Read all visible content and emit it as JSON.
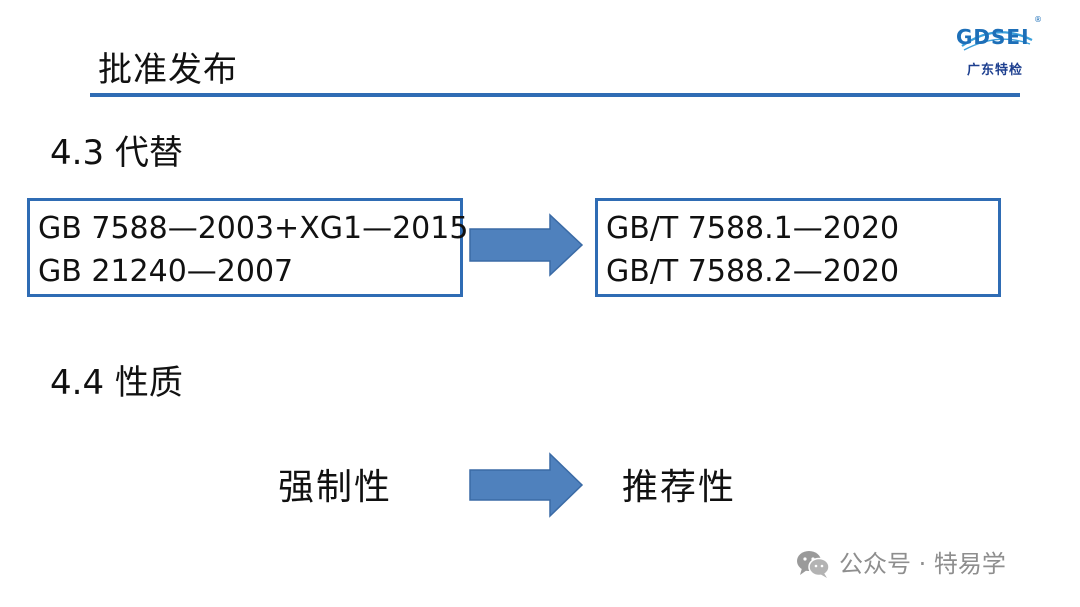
{
  "header": {
    "title": "批准发布",
    "logo_brand": "GDSEI",
    "logo_caption": "广东特检",
    "logo_registered": "®"
  },
  "sections": [
    {
      "heading": "4.3 代替",
      "from_lines": [
        "GB 7588—2003+XG1—2015",
        "GB 21240—2007"
      ],
      "to_lines": [
        "GB/T 7588.1—2020",
        "GB/T 7588.2—2020"
      ]
    },
    {
      "heading": "4.4 性质",
      "from": "强制性",
      "to": "推荐性"
    }
  ],
  "watermark": {
    "text": "公众号 · 特易学"
  },
  "colors": {
    "accent": "#2f6cb4",
    "arrow_fill": "#4f81bd",
    "arrow_stroke": "#3a6aa5",
    "watermark": "#8e8e8e"
  },
  "icons": {
    "arrow": "right-block-arrow-icon",
    "logo": "gdsei-logo-icon",
    "watermark": "wechat-icon"
  }
}
